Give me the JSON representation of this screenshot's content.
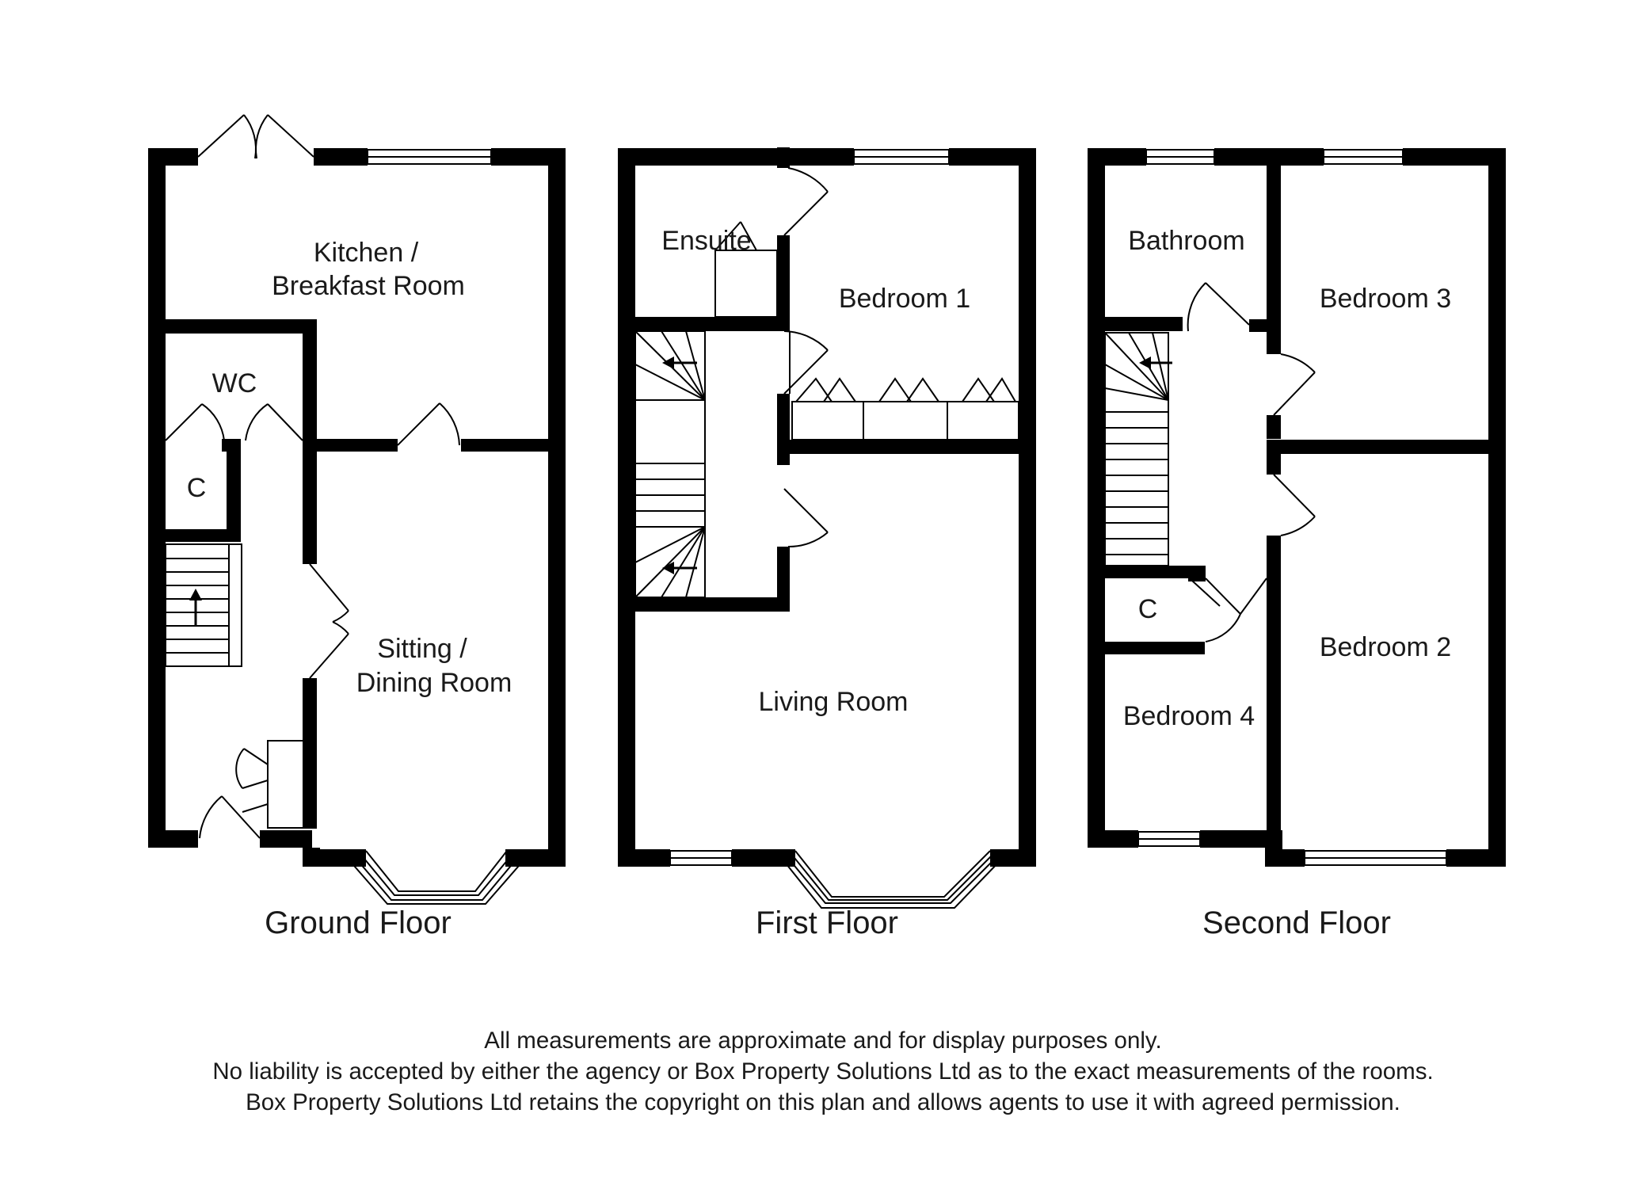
{
  "floors": {
    "ground": {
      "label": "Ground Floor",
      "rooms": {
        "kitchen_line1": "Kitchen /",
        "kitchen_line2": "Breakfast Room",
        "wc": "WC",
        "cupboard": "C",
        "sitting_line1": "Sitting /",
        "sitting_line2": "Dining Room"
      }
    },
    "first": {
      "label": "First Floor",
      "rooms": {
        "ensuite": "Ensuite",
        "bedroom1": "Bedroom 1",
        "living": "Living Room"
      }
    },
    "second": {
      "label": "Second Floor",
      "rooms": {
        "bathroom": "Bathroom",
        "bedroom3": "Bedroom 3",
        "cupboard": "C",
        "bedroom2": "Bedroom 2",
        "bedroom4": "Bedroom 4"
      }
    }
  },
  "disclaimer": {
    "line1": "All measurements are approximate and for display purposes only.",
    "line2": "No liability is accepted by either the agency or Box Property Solutions Ltd as to the exact measurements of the rooms.",
    "line3": "Box Property Solutions Ltd retains the copyright on this plan and allows agents to use it with agreed permission."
  },
  "colors": {
    "wall": "#000000",
    "line": "#222222",
    "background": "#ffffff"
  }
}
